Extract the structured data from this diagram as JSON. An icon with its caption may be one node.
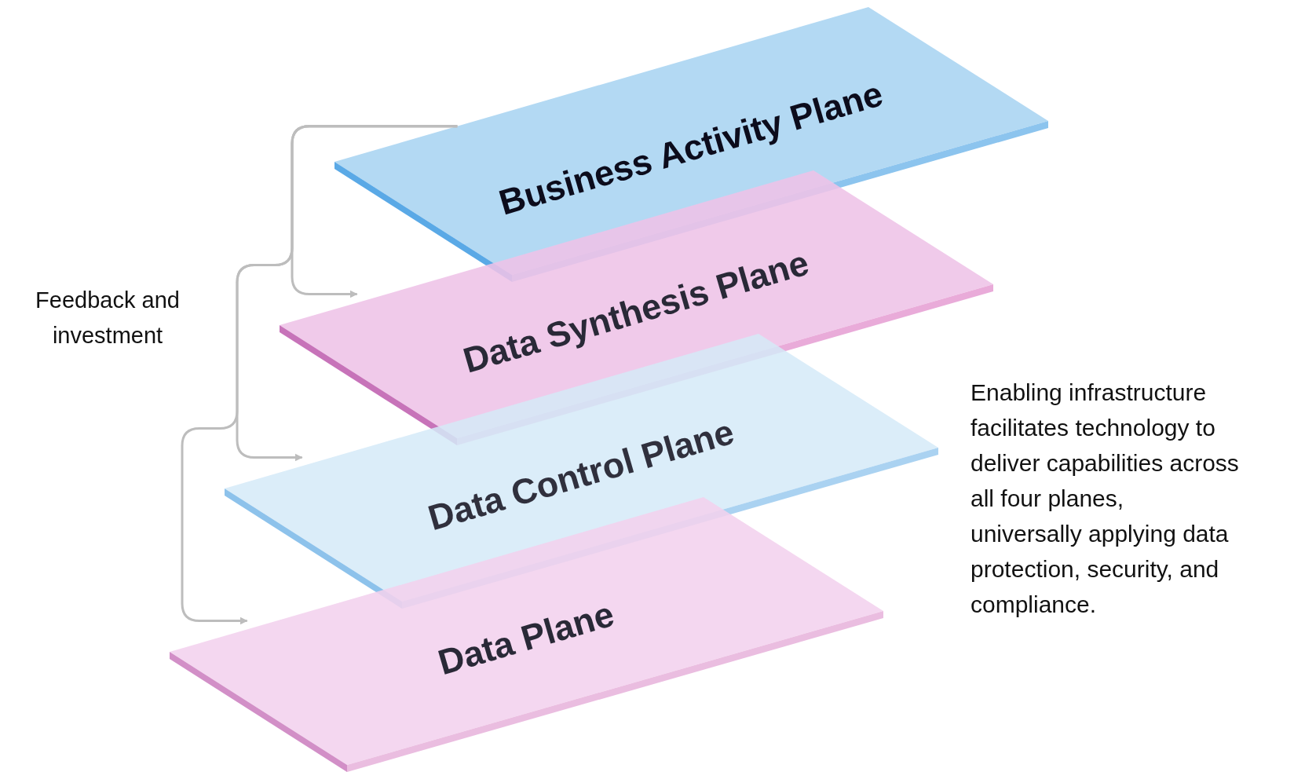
{
  "diagram": {
    "nodes": [
      {
        "text": [
          "Business Activity Plane"
        ]
      },
      {
        "text": [
          "Data Synthesis Plane"
        ]
      },
      {
        "text": [
          "Data Control Plane"
        ]
      },
      {
        "text": [
          "Data Plane"
        ]
      }
    ],
    "edges": [
      {
        "from": 0,
        "to": 1,
        "arrow": "to"
      },
      {
        "from": 0,
        "to": 2,
        "arrow": "to"
      },
      {
        "from": 0,
        "to": 3,
        "arrow": "to"
      }
    ],
    "labels": [
      "Feedback and investment",
      "Enabling infrastructure facilitates technology to deliver capabilities across all four planes, universally applying data protection, security, and compliance."
    ]
  }
}
